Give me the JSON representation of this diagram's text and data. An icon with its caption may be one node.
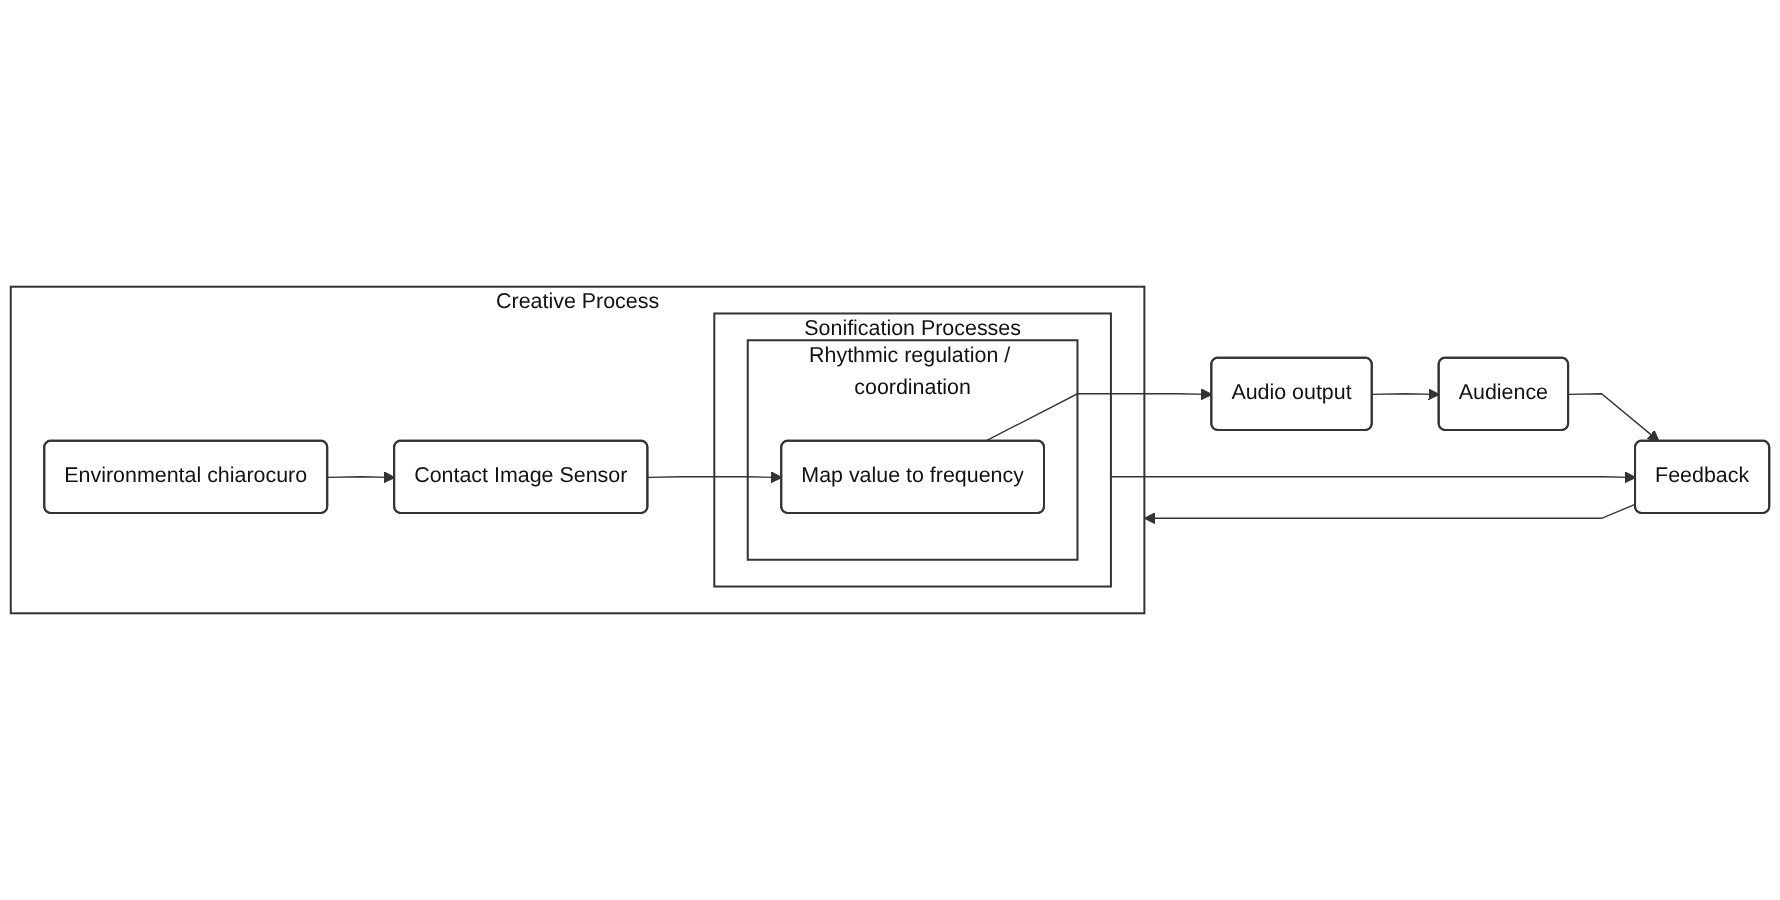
{
  "diagram": {
    "nodes": [
      {
        "text": [
          "Creative Process"
        ]
      },
      {
        "text": [
          "Environmental chiarocuro"
        ],
        "in": 0
      },
      {
        "text": [
          "Contact Image Sensor"
        ],
        "in": 0
      },
      {
        "text": [
          "Sonification Processes"
        ],
        "in": 0
      },
      {
        "text": [
          "Rhythmic regulation / coordination"
        ],
        "in": 3
      },
      {
        "text": [
          "Map value to frequency"
        ],
        "in": 4
      },
      {
        "text": [
          "Audio output"
        ]
      },
      {
        "text": [
          "Audience"
        ]
      },
      {
        "text": [
          "Feedback"
        ]
      }
    ],
    "edges": [
      {
        "from": 1,
        "to": 2,
        "arrow": "to"
      },
      {
        "from": 2,
        "to": 5,
        "arrow": "to"
      },
      {
        "from": 5,
        "to": 6,
        "arrow": "to"
      },
      {
        "from": 6,
        "to": 7,
        "arrow": "to"
      },
      {
        "from": 3,
        "to": 8,
        "arrow": "to"
      },
      {
        "from": 7,
        "to": 8,
        "arrow": "to"
      },
      {
        "from": 8,
        "to": 0,
        "arrow": "to"
      }
    ]
  }
}
